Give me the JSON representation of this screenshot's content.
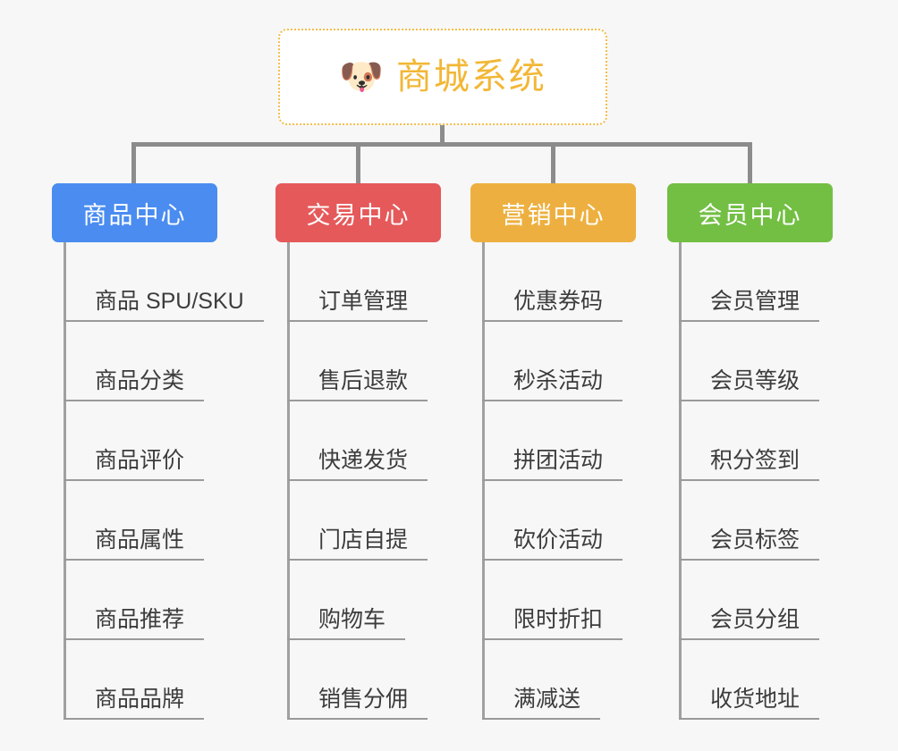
{
  "page": {
    "background_color": "#f7f7f7",
    "type": "organization-chart"
  },
  "root": {
    "icon": "shiba-dog-icon",
    "icon_glyph": "🐶",
    "title": "商城系统",
    "text_color": "#f2b736",
    "border_color": "#f3bd4a",
    "background": "#ffffff"
  },
  "connector": {
    "color": "#8c8c8c"
  },
  "columns": [
    {
      "id": "product-center",
      "label": "商品中心",
      "color": "#4a8cf0",
      "items": [
        "商品 SPU/SKU",
        "商品分类",
        "商品评价",
        "商品属性",
        "商品推荐",
        "商品品牌"
      ]
    },
    {
      "id": "trade-center",
      "label": "交易中心",
      "color": "#e5595a",
      "items": [
        "订单管理",
        "售后退款",
        "快递发货",
        "门店自提",
        "购物车",
        "销售分佣"
      ]
    },
    {
      "id": "marketing-center",
      "label": "营销中心",
      "color": "#edb040",
      "items": [
        "优惠券码",
        "秒杀活动",
        "拼团活动",
        "砍价活动",
        "限时折扣",
        "满减送"
      ]
    },
    {
      "id": "member-center",
      "label": "会员中心",
      "color": "#72bf44",
      "items": [
        "会员管理",
        "会员等级",
        "积分签到",
        "会员标签",
        "会员分组",
        "收货地址"
      ]
    }
  ]
}
